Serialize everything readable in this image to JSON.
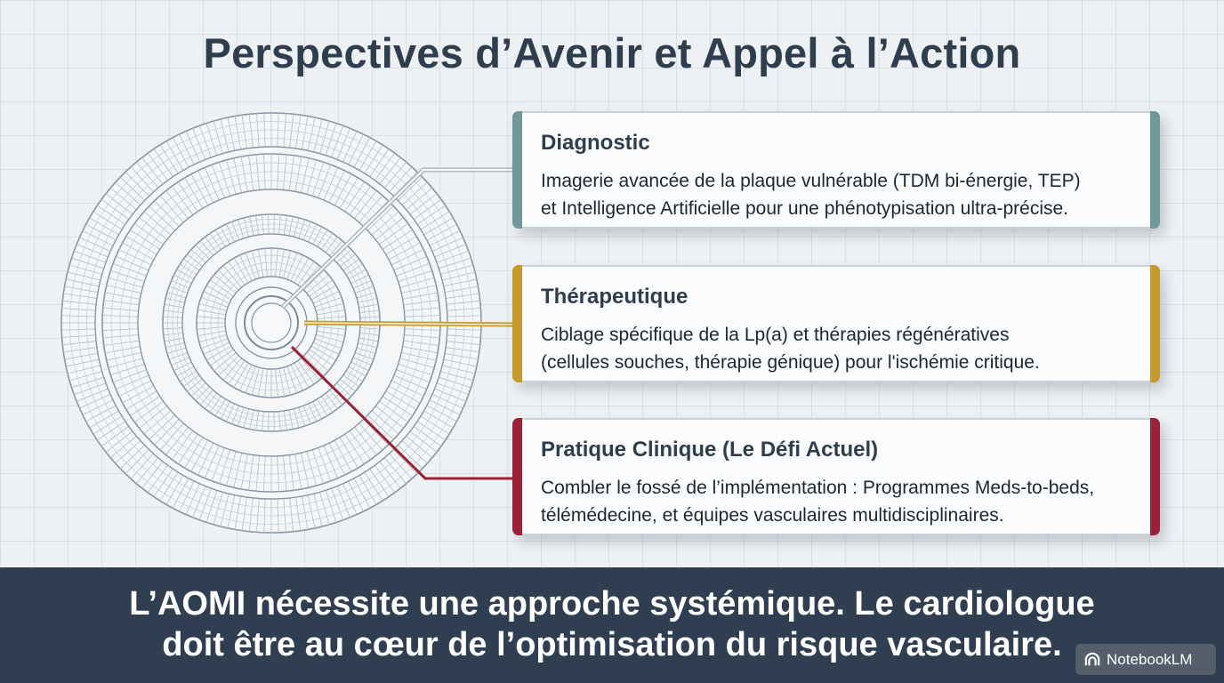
{
  "title": "Perspectives d’Avenir et Appel à l’Action",
  "cards": [
    {
      "heading": "Diagnostic",
      "line1": "Imagerie avancée de la plaque vulnérable (TDM bi-énergie, TEP)",
      "line2": "et Intelligence Artificielle pour une phénotypisation ultra-précise.",
      "color": "#6f979c"
    },
    {
      "heading": "Thérapeutique",
      "line1": "Ciblage spécifique de la Lp(a) et thérapies régénératives",
      "line2": "(cellules souches, thérapie génique) pour l'ischémie critique.",
      "color": "#c49a2a"
    },
    {
      "heading": "Pratique Clinique (Le Défi Actuel)",
      "line1": "Combler le fossé de l’implémentation : Programmes Meds-to-beds,",
      "line2": "télémédecine, et équipes vasculaires multidisciplinaires.",
      "color": "#9a2236"
    }
  ],
  "footer": {
    "line1": "L’AOMI nécessite une approche systémique. Le cardiologue",
    "line2": "doit être au cœur de l’optimisation du risque vasculaire."
  },
  "badge": {
    "label": "NotebookLM"
  }
}
